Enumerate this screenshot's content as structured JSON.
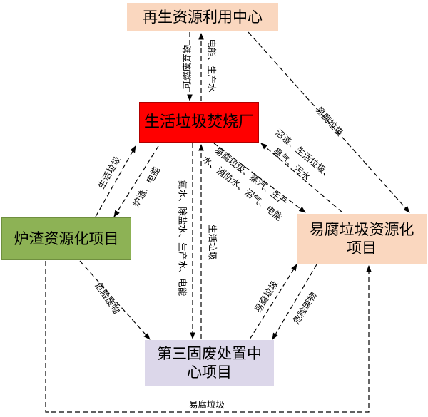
{
  "nodes": {
    "recycle_center": "再生资源利用中心",
    "incineration_plant": "生活垃圾焚烧厂",
    "slag_project": "炉渣资源化项目",
    "food_waste_project": "易腐垃圾资源化项目",
    "solid_waste_center": "第三固废处置中心项目"
  },
  "edges": {
    "recycle_to_incin": "可燃废弃物",
    "incin_to_recycle": "电能、生产水",
    "recycle_to_food": "易腐垃圾",
    "food_to_incin": "沼渣、生活垃圾、臭气、污水",
    "incin_to_food": "易腐垃圾、蒸汽、生产水、消防水、沼气、电能",
    "slag_to_incin": "生活垃圾",
    "incin_to_slag": "炉渣、电能",
    "incin_to_solid": "氨水、除盐水、生产水、电能",
    "solid_to_incin": "生活垃圾",
    "slag_to_solid": "危险废物",
    "solid_to_food": "易腐垃圾",
    "food_to_solid": "危险废物",
    "slag_to_food": "易腐垃圾"
  },
  "colors": {
    "recycle_center": "#fad7bf",
    "incineration_plant": "#ff0000",
    "slag_project": "#8db255",
    "food_waste_project": "#fad7bf",
    "solid_waste_center": "#dcd7ea"
  }
}
